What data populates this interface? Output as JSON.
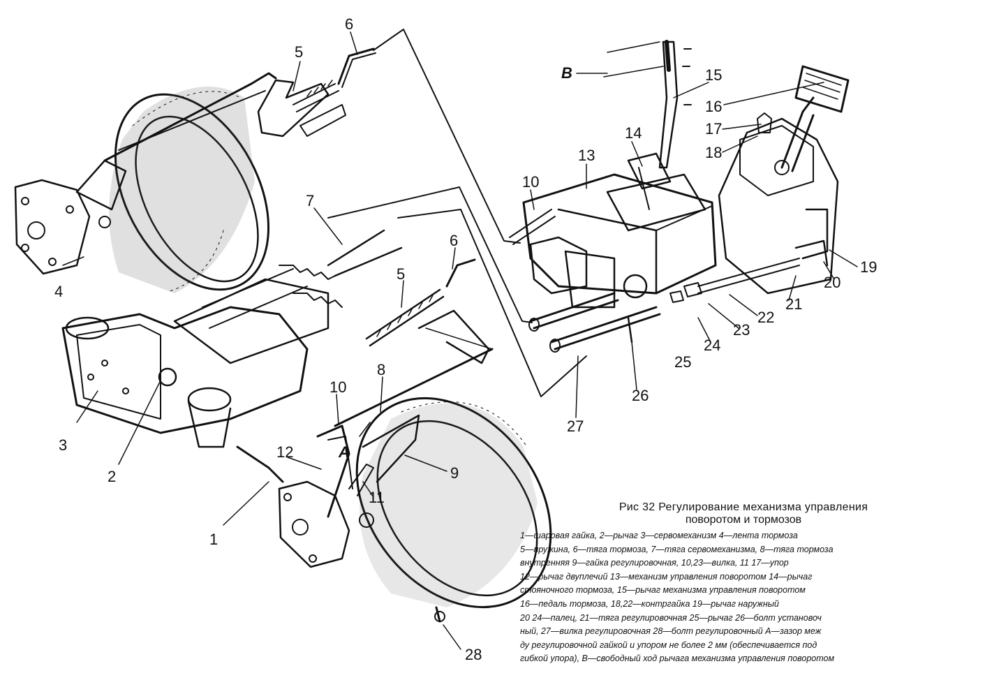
{
  "caption": {
    "title": "Рис 32  Регулирование механизма управления",
    "subtitle": "поворотом и тормозов",
    "lines": [
      "1—шаровая гайка, 2—рычаг 3—сервомеханизм 4—лента тормоза",
      "5—пружина, 6—тяга тормоза, 7—тяга сервомеханизма, 8—тяга тормоза",
      "внутренняя  9—гайка  регулировочная,  10,23—вилка,  11 17—упор",
      "12—рычаг двуплечий  13—механизм управления поворотом  14—рычаг",
      "стояночного  тормоза,  15—рычаг механизма управления поворотом",
      "16—педаль  тормоза,  18,22—контргайка  19—рычаг  наружный",
      "20 24—палец, 21—тяга регулировочная 25—рычаг 26—болт установоч",
      "ный, 27—вилка регулировочная 28—болт регулировочный А—зазор меж",
      "ду регулировочной гайкой и упором не более 2 мм (обеспечивается под",
      "гибкой упора), В—свободный ход рычага механизма управления поворотом"
    ]
  },
  "callouts": {
    "n1": "1",
    "n2": "2",
    "n3": "3",
    "n4": "4",
    "n5a": "5",
    "n5b": "5",
    "n6a": "6",
    "n6b": "6",
    "n7": "7",
    "n8": "8",
    "n9": "9",
    "n10a": "10",
    "n10b": "10",
    "n11": "11",
    "n12": "12",
    "n13": "13",
    "n14": "14",
    "n15": "15",
    "n16": "16",
    "n17": "17",
    "n18": "18",
    "n19": "19",
    "n20": "20",
    "n21": "21",
    "n22": "22",
    "n23": "23",
    "n24": "24",
    "n25": "25",
    "n26": "26",
    "n27": "27",
    "n28": "28",
    "A": "А",
    "B": "В"
  }
}
